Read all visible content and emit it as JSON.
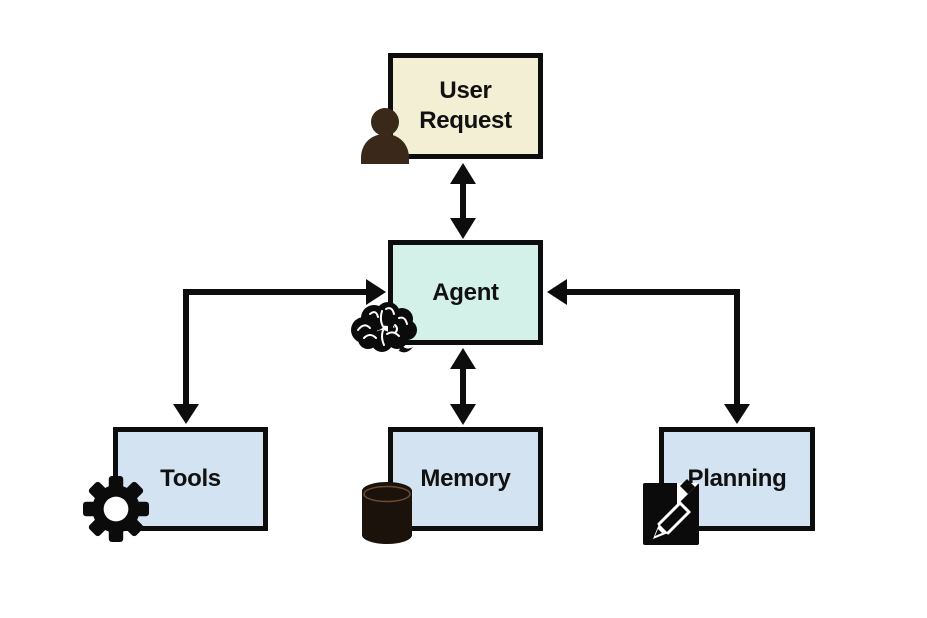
{
  "diagram": {
    "nodes": {
      "user_request": {
        "label": "User Request",
        "fill": "#f3efd4",
        "icon": "person-icon"
      },
      "agent": {
        "label": "Agent",
        "fill": "#d4f1e9",
        "icon": "brain-icon"
      },
      "tools": {
        "label": "Tools",
        "fill": "#d4e3f1",
        "icon": "gear-icon"
      },
      "memory": {
        "label": "Memory",
        "fill": "#d4e3f1",
        "icon": "database-icon"
      },
      "planning": {
        "label": "Planning",
        "fill": "#d4e3f1",
        "icon": "document-pencil-icon"
      }
    },
    "edges": [
      {
        "from": "User Request",
        "to": "Agent",
        "direction": "bidirectional",
        "style": "straight-vertical"
      },
      {
        "from": "Agent",
        "to": "Memory",
        "direction": "bidirectional",
        "style": "straight-vertical"
      },
      {
        "from": "Agent",
        "to": "Tools",
        "direction": "bidirectional",
        "style": "elbow"
      },
      {
        "from": "Agent",
        "to": "Planning",
        "direction": "bidirectional",
        "style": "elbow"
      }
    ],
    "colors": {
      "background": "#ffffff",
      "border": "#0d0d0d",
      "arrow": "#0d0d0d",
      "text": "#111111",
      "person_icon": "#3a291a",
      "brain_icon": "#0b0b0b",
      "gear_icon": "#0b0b0b",
      "database_icon": "#1c120c",
      "document_pencil_icon": "#0b0b0b"
    }
  }
}
